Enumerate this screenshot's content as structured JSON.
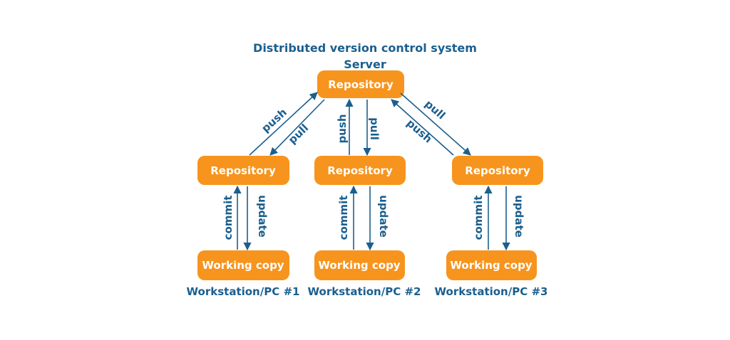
{
  "title": "Distributed version control system",
  "server_label": "Server",
  "repository_label": "Repository",
  "working_copy_label": "Working copy",
  "workstations": [
    {
      "label": "Workstation/PC #1",
      "arrows": [
        "push",
        "pull"
      ],
      "local": [
        "commit",
        "update"
      ]
    },
    {
      "label": "Workstation/PC #2",
      "arrows": [
        "push",
        "pull"
      ],
      "local": [
        "commit",
        "update"
      ]
    },
    {
      "label": "Workstation/PC #3",
      "arrows": [
        "pull",
        "push"
      ],
      "local": [
        "commit",
        "update"
      ]
    }
  ],
  "colors": {
    "box_fill": "#f7941d",
    "box_text": "#ffffff",
    "label_text": "#1b5f8e",
    "arrow": "#1b5f8e"
  }
}
